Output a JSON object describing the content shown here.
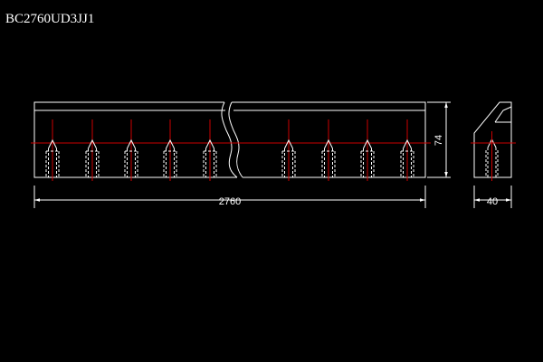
{
  "drawing": {
    "part_number": "BC2760UD3JJ1",
    "length_label": "2760",
    "height_label": "74",
    "width_label": "40"
  },
  "colors": {
    "background": "#000000",
    "outline": "#ffffff",
    "centerline": "#cc0000"
  }
}
